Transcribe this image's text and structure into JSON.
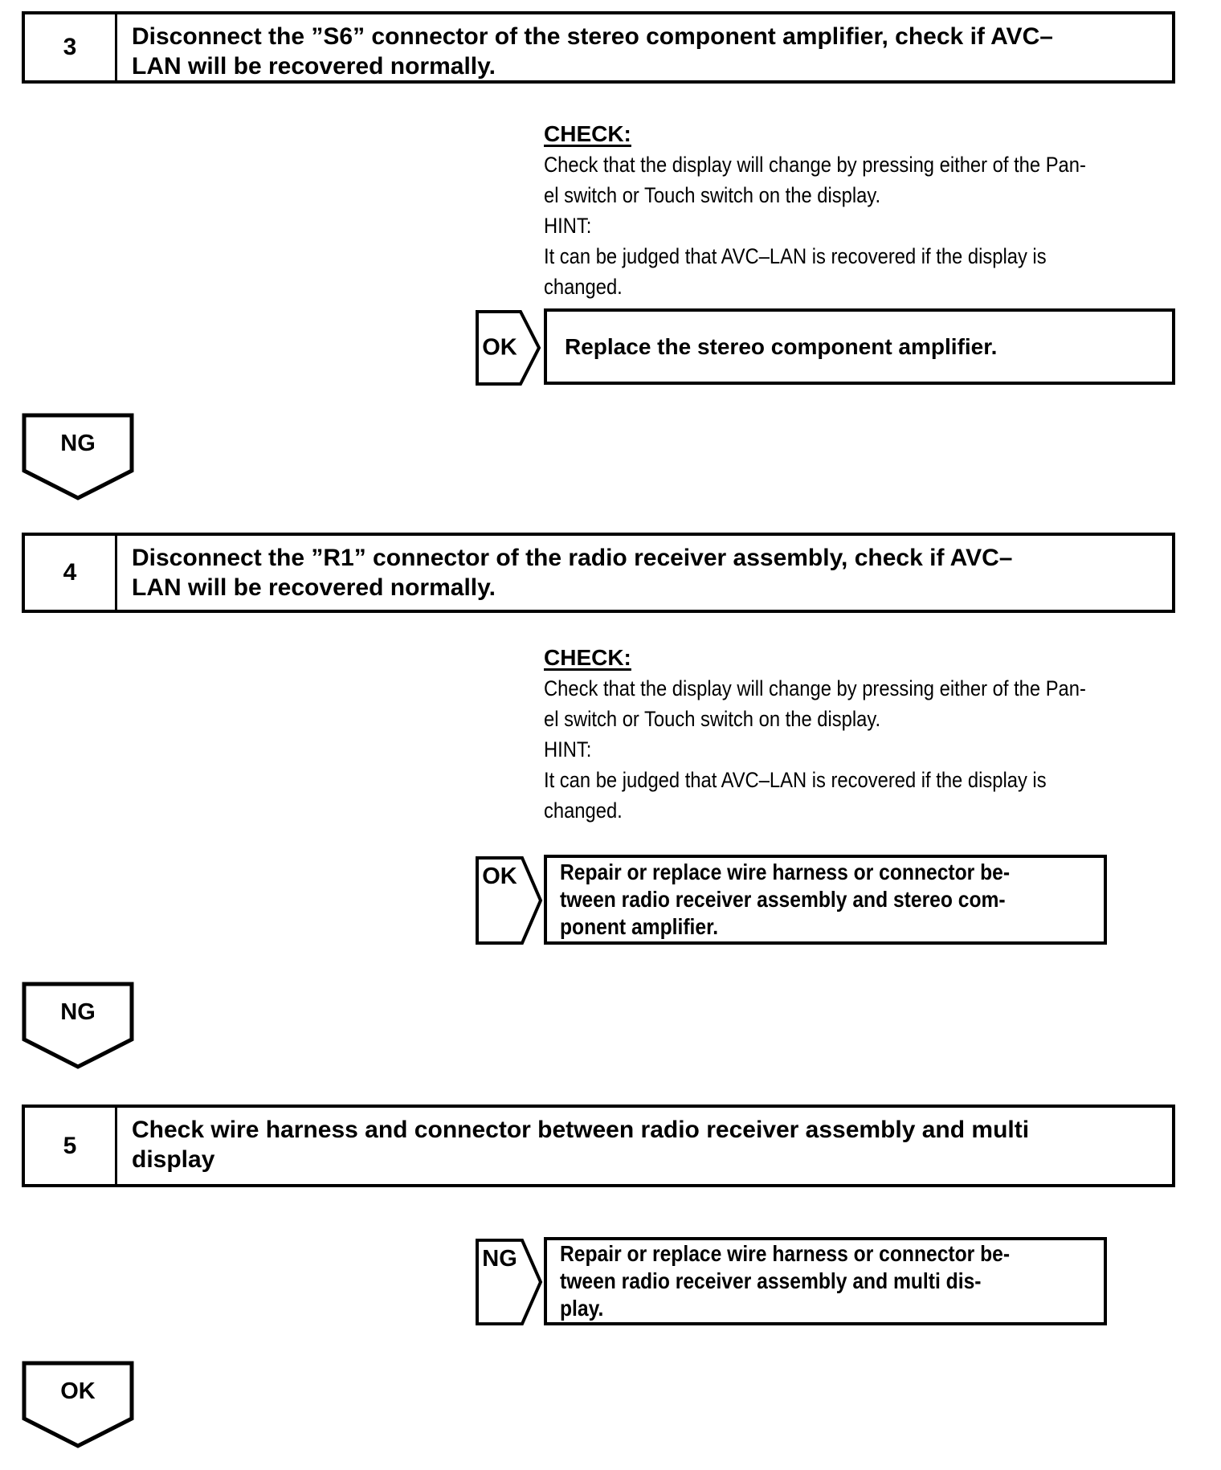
{
  "page": {
    "paper": "#ffffff",
    "ink": "#000000"
  },
  "steps": [
    {
      "number": "3",
      "title_lines": [
        "Disconnect the ”S6” connector of the stereo component amplifier, check if AVC–",
        "LAN will be recovered normally."
      ]
    },
    {
      "number": "4",
      "title_lines": [
        "Disconnect the ”R1” connector of the radio receiver assembly, check if AVC–",
        "LAN will be recovered normally."
      ]
    },
    {
      "number": "5",
      "title_lines": [
        "Check wire harness and connector between radio receiver assembly and multi",
        "display"
      ]
    }
  ],
  "checks": [
    {
      "heading": "CHECK:",
      "paragraphs": [
        [
          "Check that the display will change by pressing either of the Pan-",
          "el switch or Touch switch on the display."
        ],
        [
          "HINT:"
        ],
        [
          "It can be judged that AVC–LAN is recovered if the display is",
          "changed."
        ]
      ]
    },
    {
      "heading": "CHECK:",
      "paragraphs": [
        [
          "Check that the display will change by pressing either of the Pan-",
          "el switch or Touch switch on the display."
        ],
        [
          "HINT:"
        ],
        [
          "It can be judged that AVC–LAN is recovered if the display is",
          "changed."
        ]
      ]
    }
  ],
  "decision_rows": [
    {
      "label": "OK",
      "result_lines": [
        "Replace the stereo component amplifier."
      ]
    },
    {
      "label": "OK",
      "result_lines": [
        "Repair or replace wire harness or connector be-",
        "tween radio receiver assembly and stereo com-",
        "ponent amplifier."
      ]
    },
    {
      "label": "NG",
      "result_lines": [
        "Repair or replace wire harness or connector be-",
        "tween radio receiver assembly and multi dis-",
        "play."
      ]
    }
  ],
  "flow_markers": [
    {
      "label": "NG"
    },
    {
      "label": "NG"
    },
    {
      "label": "OK"
    }
  ]
}
